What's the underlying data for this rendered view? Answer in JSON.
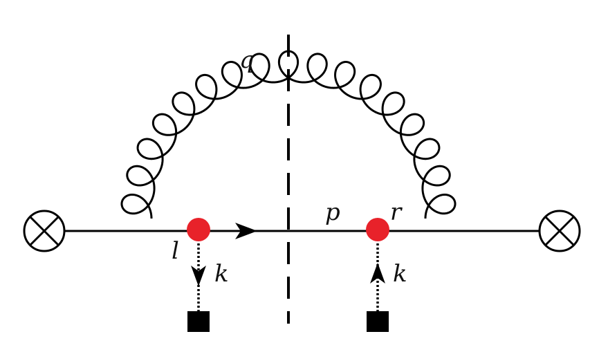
{
  "diagram": {
    "labels": {
      "q": "q",
      "p": "p",
      "r": "r",
      "l": "l",
      "k_left": "k",
      "k_right": "k"
    },
    "colors": {
      "line": "#000000",
      "vertex": "#e8222a",
      "source": "#000000"
    },
    "icons": {
      "left_endpoint": "circled-x-icon",
      "right_endpoint": "circled-x-icon",
      "left_source": "filled-square-icon",
      "right_source": "filled-square-icon"
    }
  }
}
